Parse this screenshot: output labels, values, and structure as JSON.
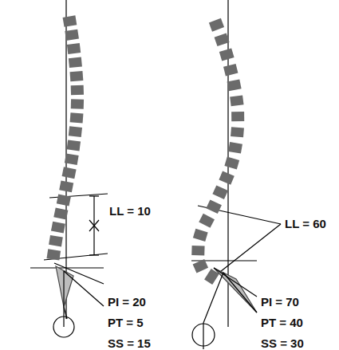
{
  "diagram": {
    "labels": [
      "LL = 10",
      "PI = 20",
      "PT = 5",
      "SS = 15",
      "LL = 60",
      "PI = 70",
      "PT = 40",
      "SS = 30"
    ]
  }
}
